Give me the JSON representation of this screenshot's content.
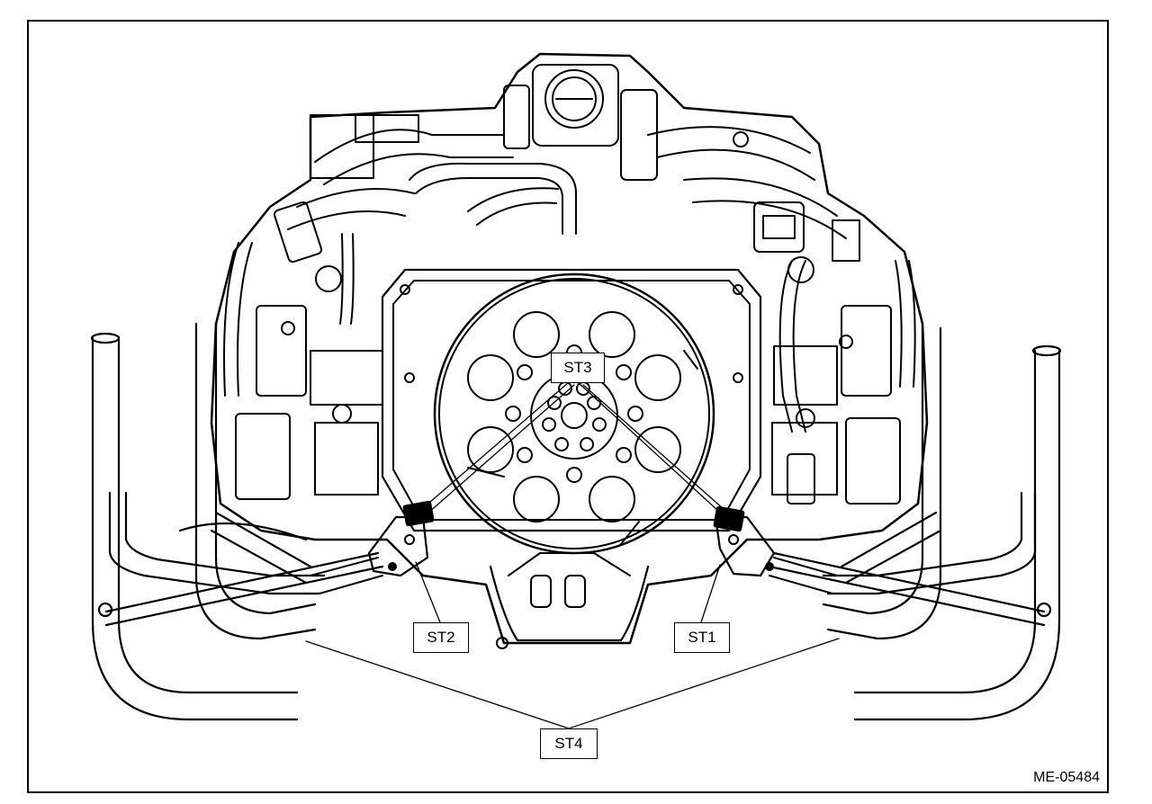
{
  "callouts": {
    "st1": "ST1",
    "st2": "ST2",
    "st3": "ST3",
    "st4": "ST4"
  },
  "figure_id": "ME-05484",
  "colors": {
    "ink": "#000000",
    "paper": "#ffffff"
  }
}
